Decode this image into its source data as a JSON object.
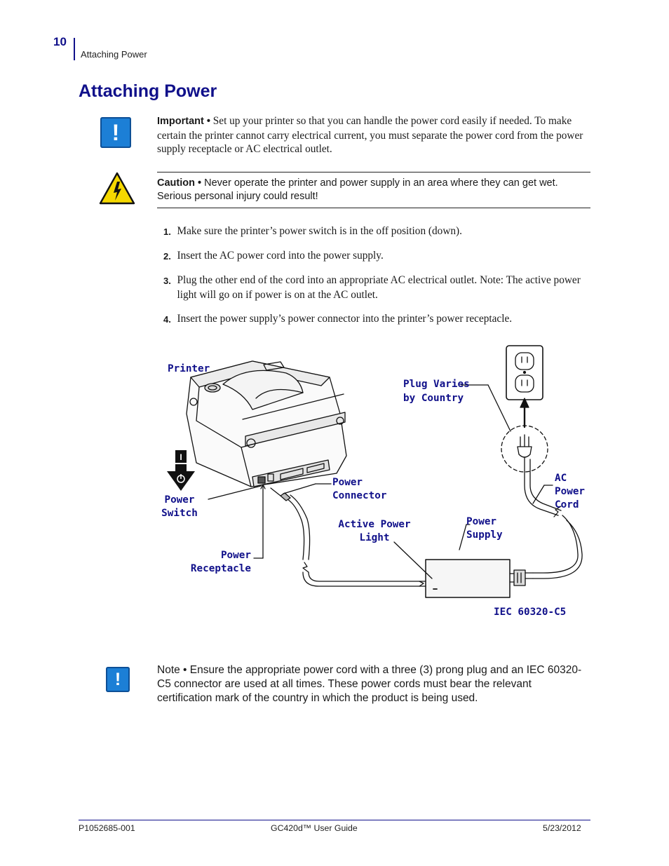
{
  "header": {
    "page_number": "10",
    "section": "Attaching Power"
  },
  "title": "Attaching Power",
  "important": {
    "icon": "important-icon",
    "lead": "Important •",
    "text": " Set up your printer so that you can handle the power cord easily if needed. To make certain the printer cannot carry electrical current, you must separate the power cord from the power supply receptacle or AC electrical outlet."
  },
  "caution": {
    "icon": "electrical-hazard-icon",
    "lead": "Caution •",
    "text": " Never operate the printer and power supply in an area where they can get wet. Serious personal injury could result!"
  },
  "steps": [
    {
      "num": "1.",
      "text": "Make sure the printer’s power switch is in the off position (down)."
    },
    {
      "num": "2.",
      "text": "Insert the AC power cord into the power supply."
    },
    {
      "num": "3.",
      "text": "Plug the other end of the cord into an appropriate AC electrical outlet. Note: The active power light will go on if power is on at the AC outlet."
    },
    {
      "num": "4.",
      "text": "Insert the power supply’s power connector into the printer’s power receptacle."
    }
  ],
  "diagram": {
    "printer": "Printer",
    "plug_line1": "Plug Varies",
    "plug_line2": "by Country",
    "ac_line1": "AC",
    "ac_line2": "Power",
    "ac_line3": "Cord",
    "connector_line1": "Power",
    "connector_line2": "Connector",
    "switch_line1": "Power",
    "switch_line2": "Switch",
    "light_line1": "Active Power",
    "light_line2": "Light",
    "supply_line1": "Power",
    "supply_line2": "Supply",
    "receptacle_line1": "Power",
    "receptacle_line2": "Receptacle",
    "iec": "IEC 60320-C5",
    "switch_on_symbol": "I"
  },
  "note": {
    "icon": "note-icon",
    "text": "Note • Ensure the appropriate power cord with a three (3) prong plug and an IEC 60320-C5 connector are used at all times. These power cords must bear the relevant certification mark of the country in which the product is being used."
  },
  "footer": {
    "left": "P1052685-001",
    "center": "GC420d™ User Guide",
    "right": "5/23/2012"
  },
  "colors": {
    "heading_blue": "#10108a",
    "icon_blue": "#1c7fd6",
    "hazard_yellow": "#f5d800"
  }
}
